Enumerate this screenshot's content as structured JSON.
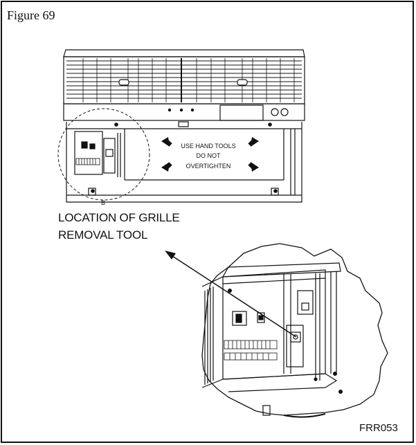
{
  "figure": {
    "title": "Figure 69",
    "reference_code": "FRR053"
  },
  "callout": {
    "line1": "LOCATION OF GRILLE",
    "line2": "REMOVAL TOOL"
  },
  "warning_label": {
    "line1": "USE HAND TOOLS",
    "line2": "DO NOT",
    "line3": "OVERTIGHTEN"
  },
  "detail_marker": "B",
  "colors": {
    "line": "#111111",
    "background": "#ffffff"
  }
}
